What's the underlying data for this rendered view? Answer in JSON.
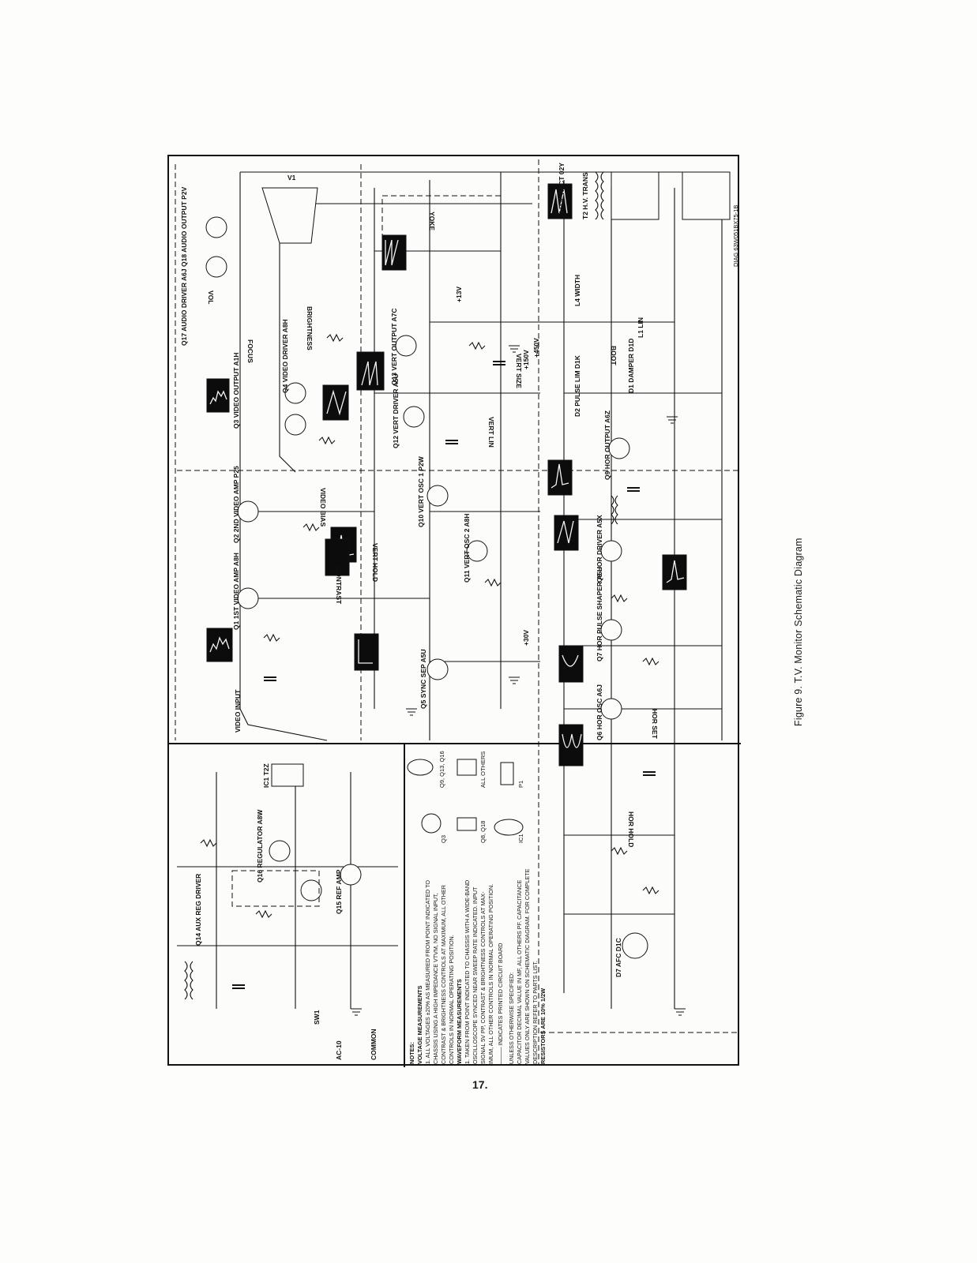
{
  "caption": "Figure 9.  T.V. Monitor Schematic Diagram",
  "page_number": "17.",
  "components": [
    "Q1 1ST VIDEO AMP A8H",
    "Q2 2ND VIDEO AMP P25",
    "Q3 VIDEO OUTPUT A1H",
    "Q4 VIDEO DRIVER A8H",
    "Q5 SYNC SEP A5U",
    "Q6 HOR OSC A6J",
    "Q7 HOR PULSE SHAPER A5U",
    "Q8 HOR DRIVER A5X",
    "Q9 HOR OUTPUT A6Z",
    "Q10 VERT OSC 1 P2W",
    "Q11 VERT OSC 2 A8H",
    "Q12 VERT DRIVER A5U",
    "Q13 VERT OUTPUT A7C",
    "Q14 AUX REG DRIVER",
    "Q15 REF AMP",
    "Q16 REGULATOR A8W",
    "Q17 AUDIO DRIVER A6J",
    "Q18 AUDIO OUTPUT P2V",
    "D1 DAMPER D1D",
    "D2 PULSE LIM D1K",
    "D4 H.V. RECT 02Y",
    "D7 AFC D1C",
    "T2 H.V. TRANS",
    "L1 LIN",
    "L4 WIDTH",
    "IC1 T2Z",
    "V1",
    "SW1"
  ],
  "labels": [
    "BRIGHTNESS",
    "CONTRAST",
    "FOCUS",
    "VERT HOLD",
    "VERT LIN",
    "VERT SIZE",
    "HOR HOLD",
    "HOR SET",
    "VIDEO BIAS",
    "VOL",
    "YOKE",
    "BOOT",
    "+150V",
    "+30V",
    "+450V",
    "+13V",
    "VIDEO INPUT",
    "AC-10",
    "COMMON",
    "DIAG 63W051BX75-1B"
  ],
  "notes": {
    "title": "NOTES:",
    "voltage_heading": "VOLTAGE MEASUREMENTS",
    "voltage_lines": [
      "1. ALL VOLTAGES ±20% AS MEASURED FROM POINT INDICATED TO",
      "CHASSIS USING A HIGH IMPEDANCE VTVM, NO SIGNAL INPUT,",
      "CONTRAST & BRIGHTNESS CONTROLS AT MAXIMUM, ALL OTHER",
      "CONTROLS IN NORMAL OPERATING POSITION."
    ],
    "waveform_heading": "WAVEFORM MEASUREMENTS",
    "waveform_lines": [
      "1. TAKEN FROM POINT INDICATED TO CHASSIS WITH A WIDE-BAND",
      "OSCILLOSCOPE SYNCED NEAR SWEEP RATE INDICATED. INPUT",
      "SIGNAL 5V PP, CONTRAST & BRIGHTNESS CONTROLS AT MAX-",
      "IMUM, ALL OTHER CONTROLS IN NORMAL OPERATING POSITION.",
      "——— INDICATES PRINTED CIRCUIT BOARD"
    ],
    "unless_lines": [
      "UNLESS OTHERWISE SPECIFIED:",
      "CAPACITOR DECIMAL VALUE IN MF, ALL OTHERS PF. CAPACITANCE",
      "VALUES ONLY ARE SHOWN ON SCHEMATIC DIAGRAM. FOR COMPLETE",
      "DESCRIPTION REFER TO PARTS LIST."
    ],
    "resistor_line": "RESISTORS ARE 10% 1/2W"
  },
  "pinouts": [
    "Q9, Q13, Q16",
    "ALL OTHERS",
    "Q3",
    "Q8, Q18",
    "IC1",
    "P1"
  ]
}
